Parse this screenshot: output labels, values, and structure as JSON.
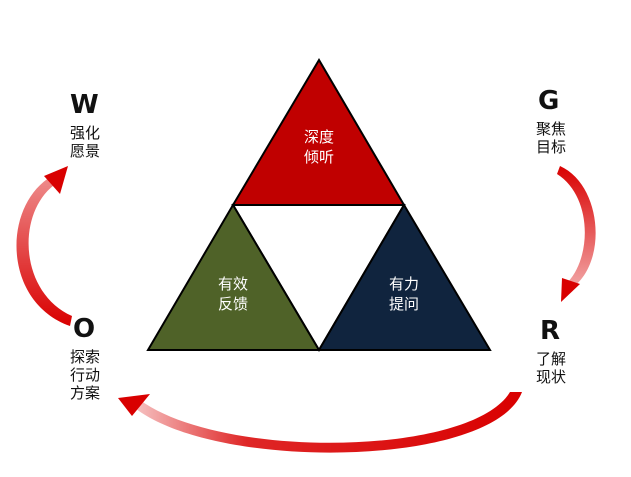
{
  "colors": {
    "top": "#C00000",
    "left": "#4F6228",
    "right": "#10243E",
    "center": "#FFFFFF",
    "arrow": "#D90000",
    "outline": "#000000"
  },
  "triangles": {
    "top": {
      "line1": "深度",
      "line2": "倾听"
    },
    "left": {
      "line1": "有效",
      "line2": "反馈"
    },
    "right": {
      "line1": "有力",
      "line2": "提问"
    }
  },
  "corners": {
    "W": {
      "letter": "W",
      "lines": [
        "强化",
        "愿景"
      ]
    },
    "G": {
      "letter": "G",
      "lines": [
        "聚焦",
        "目标"
      ]
    },
    "R": {
      "letter": "R",
      "lines": [
        "了解",
        "现状"
      ]
    },
    "O": {
      "letter": "O",
      "lines": [
        "探索",
        "行动",
        "方案"
      ]
    }
  },
  "arrows": [
    "G-to-R",
    "R-to-O",
    "O-to-W"
  ]
}
